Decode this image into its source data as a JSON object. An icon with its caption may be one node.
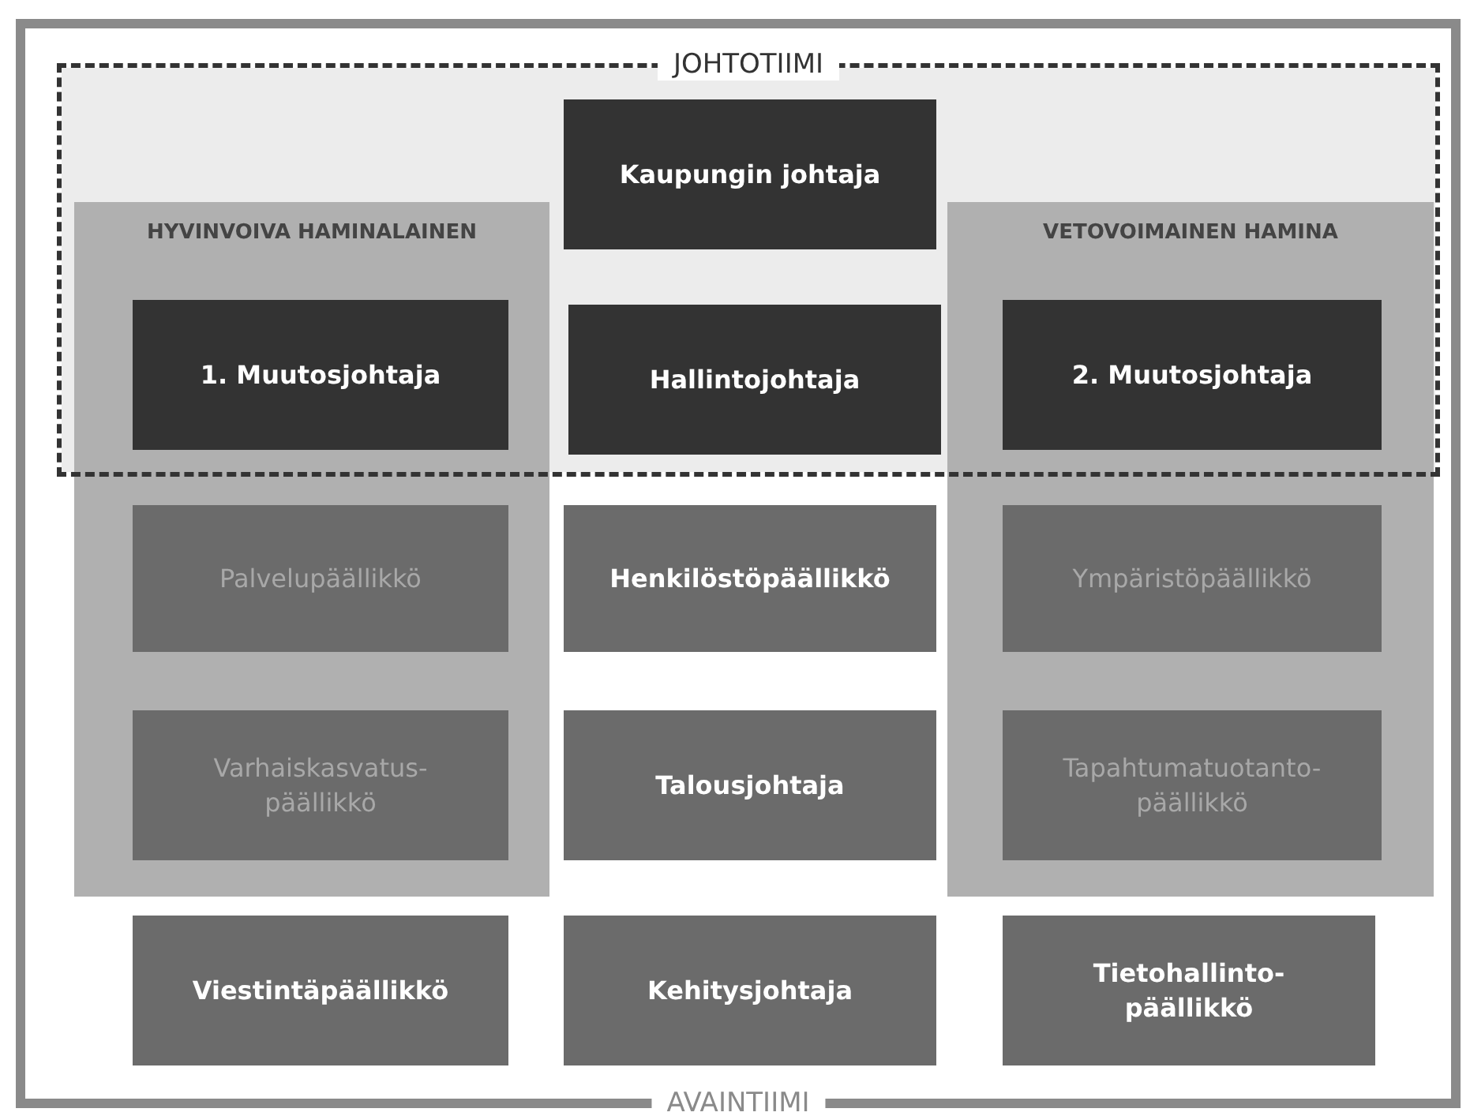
{
  "diagram": {
    "nodes": [
      {
        "text": [
          "AVAINTIIMI"
        ]
      },
      {
        "text": [
          "JOHTOTIIMI"
        ],
        "in": 0
      },
      {
        "text": [
          "Kaupungin johtaja"
        ],
        "in": 1
      },
      {
        "text": [
          "HYVINVOIVA HAMINALAINEN"
        ],
        "in": 0
      },
      {
        "text": [
          "1. Muutosjohtaja"
        ]
      },
      {
        "text": [
          "Palvelupäällikkö"
        ],
        "in": 3
      },
      {
        "text": [
          "Varhaiskasvatus- päällikkö"
        ],
        "in": 3
      },
      {
        "text": [
          "Hallintojohtaja"
        ],
        "in": 1
      },
      {
        "text": [
          "Henkilöstöpäällikkö"
        ],
        "in": 0
      },
      {
        "text": [
          "Talousjohtaja"
        ],
        "in": 0
      },
      {
        "text": [
          "VETOVOIMAINEN HAMINA"
        ],
        "in": 0
      },
      {
        "text": [
          "2. Muutosjohtaja"
        ]
      },
      {
        "text": [
          "Ympäristöpäällikkö"
        ],
        "in": 10
      },
      {
        "text": [
          "Tapahtumatuotanto- päällikkö"
        ],
        "in": 10
      },
      {
        "text": [
          "Viestintäpäällikkö"
        ],
        "in": 0
      },
      {
        "text": [
          "Kehitysjohtaja"
        ],
        "in": 0
      },
      {
        "text": [
          "Tietohallinto- päällikkö"
        ],
        "in": 0
      }
    ],
    "edges": []
  }
}
